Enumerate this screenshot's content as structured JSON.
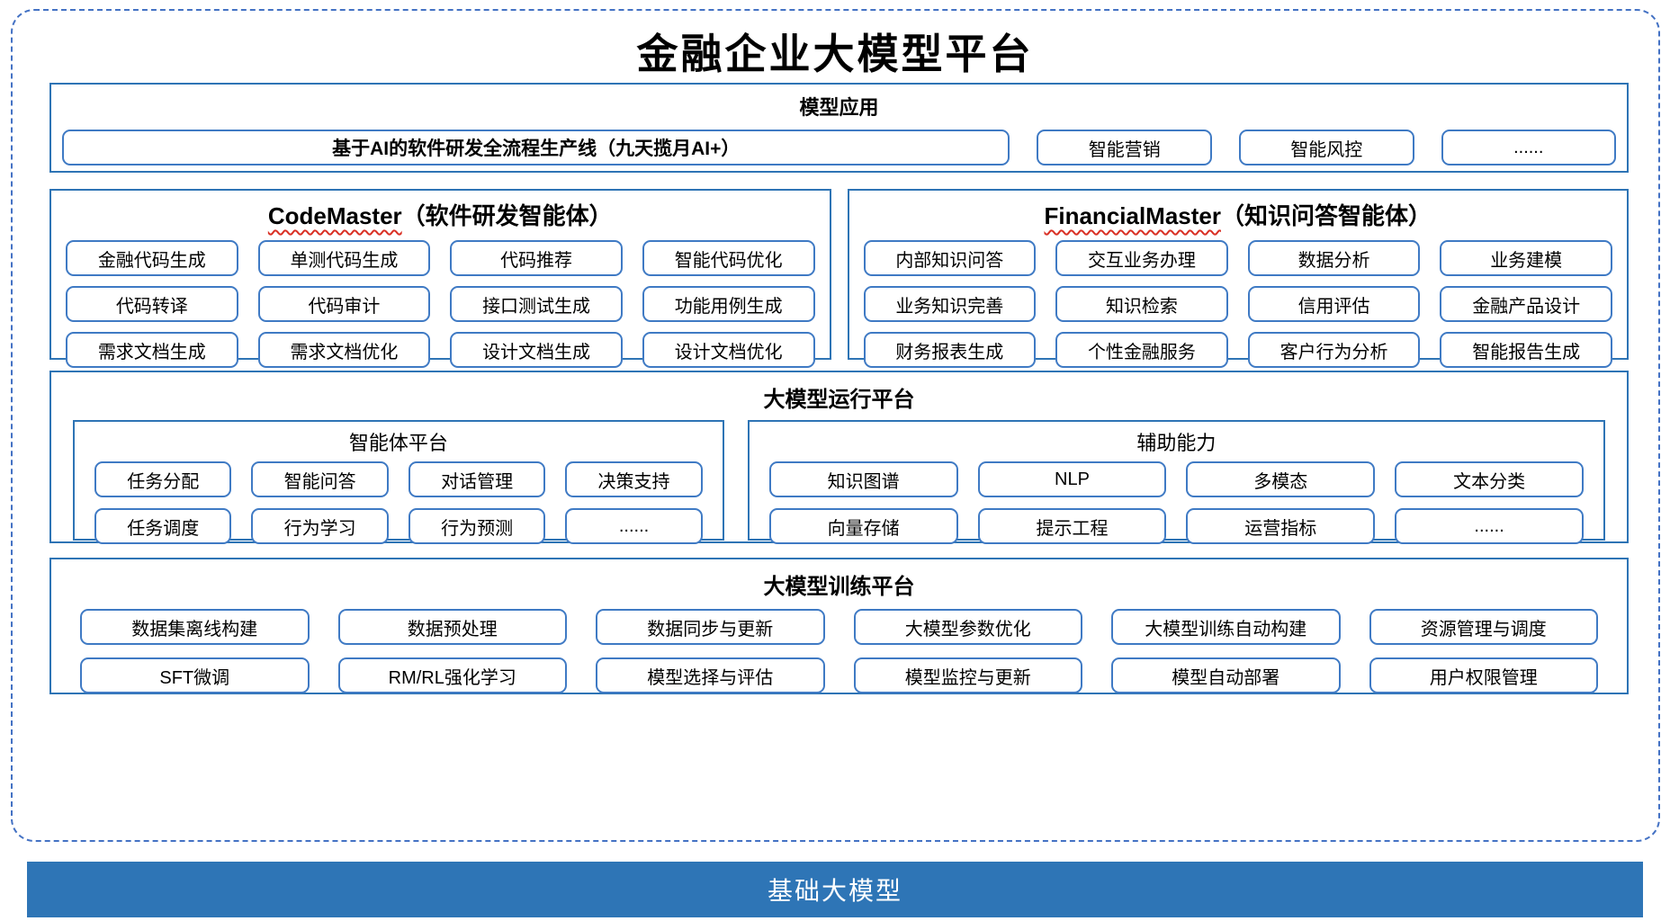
{
  "title": "金融企业大模型平台",
  "colors": {
    "section_border": "#2e74b5",
    "item_border": "#3f7ac4",
    "outer_dashed_border": "#4472c4",
    "foundation_bar_bg": "#2e75b6",
    "squiggle_underline": "#d93025"
  },
  "model_app": {
    "header": "模型应用",
    "main_item": "基于AI的软件研发全流程生产线（九天揽月AI+）",
    "items": [
      "智能营销",
      "智能风控",
      "......"
    ]
  },
  "code_master": {
    "name": "CodeMaster",
    "subtitle": "（软件研发智能体）",
    "items": [
      "金融代码生成",
      "单测代码生成",
      "代码推荐",
      "智能代码优化",
      "代码转译",
      "代码审计",
      "接口测试生成",
      "功能用例生成",
      "需求文档生成",
      "需求文档优化",
      "设计文档生成",
      "设计文档优化"
    ]
  },
  "financial_master": {
    "name": "FinancialMaster",
    "subtitle": "（知识问答智能体）",
    "items": [
      "内部知识问答",
      "交互业务办理",
      "数据分析",
      "业务建模",
      "业务知识完善",
      "知识检索",
      "信用评估",
      "金融产品设计",
      "财务报表生成",
      "个性金融服务",
      "客户行为分析",
      "智能报告生成"
    ]
  },
  "runtime": {
    "header": "大模型运行平台",
    "agent_platform": {
      "header": "智能体平台",
      "items": [
        "任务分配",
        "智能问答",
        "对话管理",
        "决策支持",
        "任务调度",
        "行为学习",
        "行为预测",
        "......"
      ]
    },
    "aux": {
      "header": "辅助能力",
      "items": [
        "知识图谱",
        "NLP",
        "多模态",
        "文本分类",
        "向量存储",
        "提示工程",
        "运营指标",
        "......"
      ]
    }
  },
  "training": {
    "header": "大模型训练平台",
    "items": [
      "数据集离线构建",
      "数据预处理",
      "数据同步与更新",
      "大模型参数优化",
      "大模型训练自动构建",
      "资源管理与调度",
      "SFT微调",
      "RM/RL强化学习",
      "模型选择与评估",
      "模型监控与更新",
      "模型自动部署",
      "用户权限管理"
    ]
  },
  "foundation": {
    "label": "基础大模型"
  }
}
